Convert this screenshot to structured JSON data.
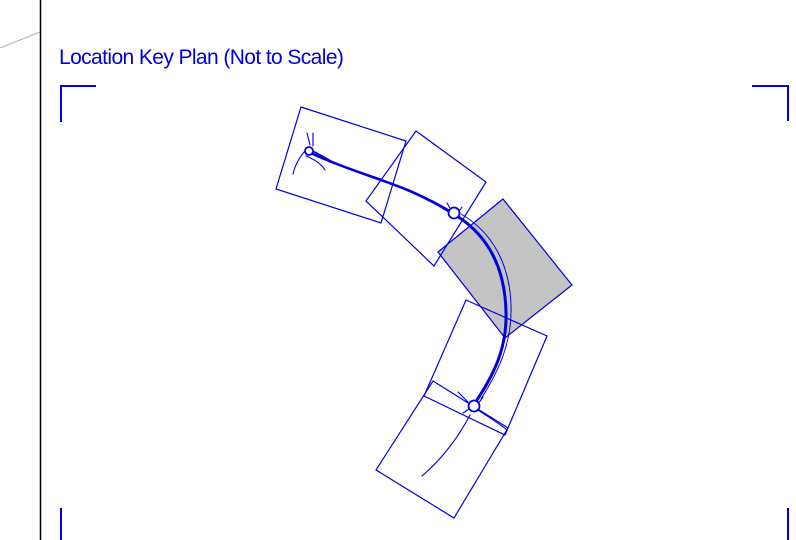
{
  "sheet": {
    "title": "Location Key Plan (Not to Scale)"
  },
  "colors": {
    "linework": "#0000dd",
    "highlight_fill": "#c4c4c4",
    "border": "#000000",
    "background": "#ffffff",
    "faint_line": "#b4b4b4"
  },
  "key_plan": {
    "sheet_frames": [
      {
        "id": "sheet-1",
        "highlighted": false
      },
      {
        "id": "sheet-2",
        "highlighted": false
      },
      {
        "id": "sheet-3",
        "highlighted": true
      },
      {
        "id": "sheet-4",
        "highlighted": false
      },
      {
        "id": "sheet-5",
        "highlighted": false
      }
    ],
    "roundabouts": 3
  }
}
